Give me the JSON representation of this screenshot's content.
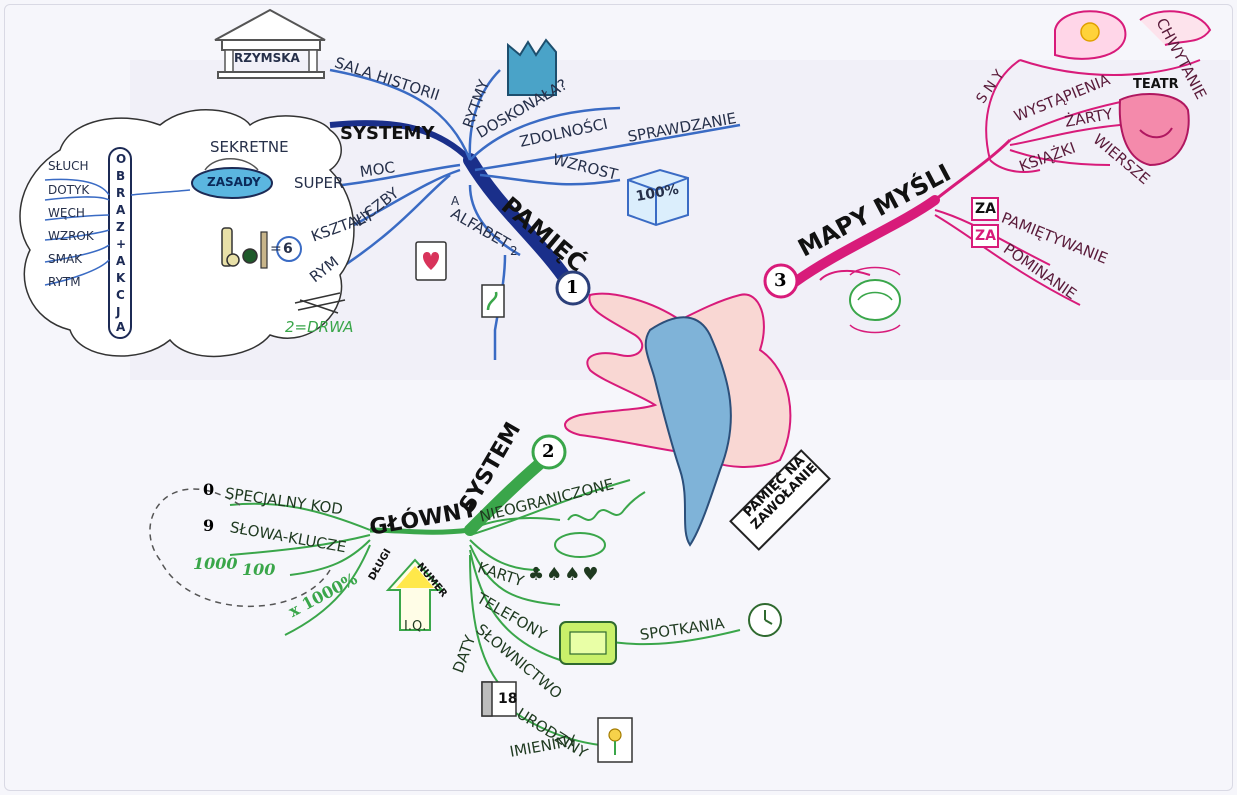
{
  "centers": {
    "pamiec": "PAMIĘĆ",
    "mapy": "MAPY MYŚLI",
    "glowny": "GŁÓWNY",
    "system": "SYSTEM"
  },
  "badges": {
    "one": "1",
    "two": "2",
    "three": "3"
  },
  "blue": {
    "rzymska": "RZYMSKA",
    "sala": "SALA HISTORII",
    "rytmy": "RYTMY",
    "doskonala": "DOSKONAŁA?",
    "zdolnosci": "ZDOLNOŚCI",
    "sprawdzanie": "SPRAWDZANIE",
    "wzrost": "WZROST",
    "pct": "100%",
    "systemy": "SYSTEMY",
    "sekretne": "SEKRETNE",
    "zasady": "ZASADY",
    "super": "SUPER",
    "moc": "MOC",
    "liczby": "LICZBY",
    "ksztalt": "KSZTAŁT",
    "rym": "RYM",
    "alfabet": "ALFABET",
    "a": "A",
    "two": "2",
    "six": "6",
    "eq": "=",
    "drwa": "2=DRWA",
    "sluch": "SŁUCH",
    "dotyk": "DOTYK",
    "wech": "WĘCH",
    "wzrok": "WZROK",
    "smak": "SMAK",
    "rytm": "RYTM",
    "vertical": [
      "O",
      "B",
      "R",
      "A",
      "Z",
      "+",
      "A",
      "K",
      "C",
      "J",
      "A"
    ]
  },
  "pink": {
    "sny": "S N Y",
    "wystapienia": "WYSTĄPIENIA",
    "teatr": "TEATR",
    "chwytanie": "CHWYTANIE",
    "zarty": "ŻARTY",
    "wiersze": "WIERSZE",
    "ksiazki": "KSIĄŻKI",
    "za1": "ZA",
    "za2": "ZA",
    "pamietywanie": "PAMIĘTYWANIE",
    "pominanie": "POMINANIE"
  },
  "green": {
    "zero": "0",
    "nine": "9",
    "specjalny": "SPECJALNY KOD",
    "slowa": "SŁOWA-KLUCZE",
    "n1000": "1000",
    "n100": "100",
    "x1000": "x 1000%",
    "dlugi": "DŁUGI",
    "numer": "NUMER",
    "iq": "I.Q.",
    "nieograniczone": "NIEOGRANICZONE",
    "karty": "KARTY",
    "telefony": "TELEFONY",
    "spotkania": "SPOTKANIA",
    "slownictwo": "SŁOWNICTWO",
    "daty": "DATY",
    "n18": "18",
    "urodziny": "URODZINY",
    "imieniny": "IMIENINY"
  },
  "hand_sign": "PAMIĘĆ NA ZAWOŁANIE",
  "colors": {
    "blue": "#2d5db8",
    "darkblue": "#1a2f8a",
    "pink": "#d81b7a",
    "green": "#3aa64a",
    "skin": "#f6c9c9",
    "cloth": "#7fb3d8"
  }
}
